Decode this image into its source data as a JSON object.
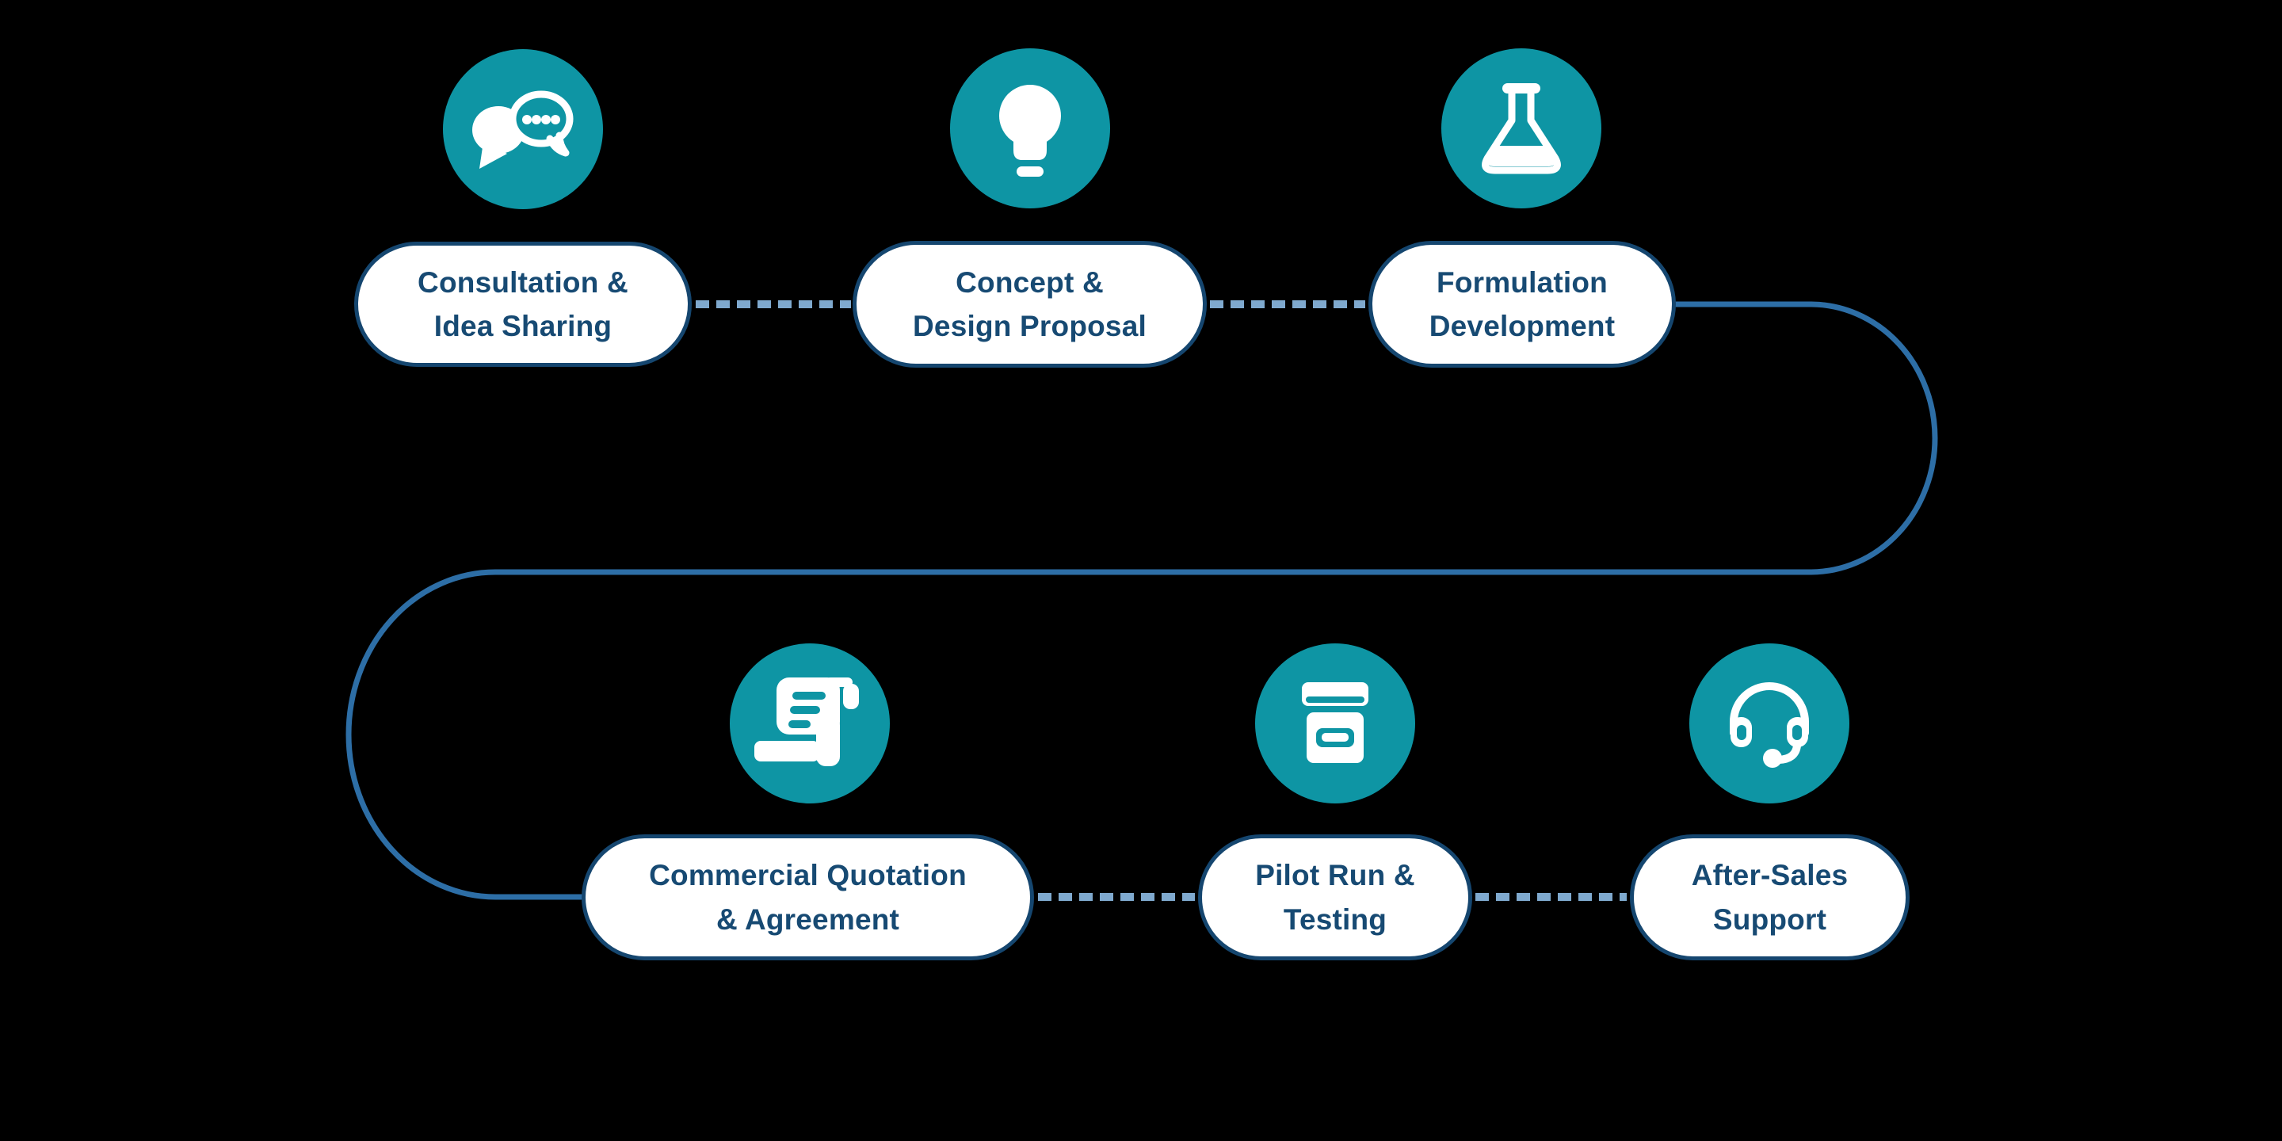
{
  "diagram": {
    "type": "process-flow",
    "background": "#000000",
    "palette": {
      "bg": "#000000",
      "teal": "#0E95A4",
      "navy": "#15466F",
      "text": "#174A73",
      "line": "#2D6EA6",
      "dash": "#7FA9CE",
      "pill": "#FFFFFF"
    },
    "steps": [
      {
        "order": 1,
        "row": 1,
        "line1": "Consultation &",
        "line2": "Idea Sharing",
        "icon": "chat-icon"
      },
      {
        "order": 2,
        "row": 1,
        "line1": "Concept &",
        "line2": "Design Proposal",
        "icon": "lightbulb-icon"
      },
      {
        "order": 3,
        "row": 1,
        "line1": "Formulation",
        "line2": "Development",
        "icon": "flask-icon"
      },
      {
        "order": 4,
        "row": 2,
        "line1": "Commercial Quotation",
        "line2": "& Agreement",
        "icon": "scroll-icon"
      },
      {
        "order": 5,
        "row": 2,
        "line1": "Pilot Run &",
        "line2": "Testing",
        "icon": "archive-box-icon"
      },
      {
        "order": 6,
        "row": 2,
        "line1": "After-Sales",
        "line2": "Support",
        "icon": "headset-icon"
      }
    ],
    "connectors": {
      "dotted_pairs": [
        "1-2",
        "2-3",
        "4-5",
        "5-6"
      ],
      "solid_curve": "3-4"
    }
  }
}
